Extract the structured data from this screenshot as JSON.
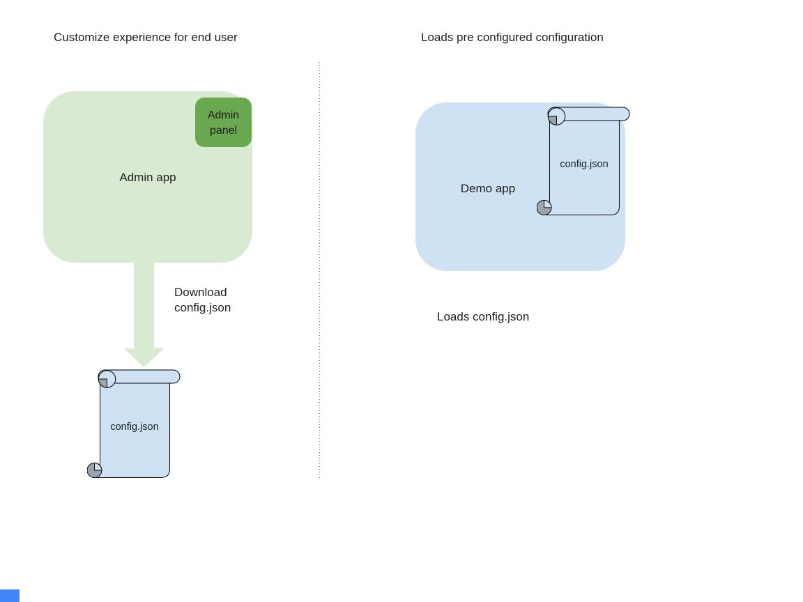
{
  "colors": {
    "light_green": "#d9ead3",
    "dark_green": "#6aa84f",
    "light_blue": "#cfe2f3",
    "scroll_gray": "#9aa5b0",
    "outline": "#000000",
    "text": "#1e1e1e",
    "divider": "#707070",
    "corner_square": "#4285f4"
  },
  "left": {
    "title": "Customize experience for end user",
    "app_label": "Admin app",
    "panel_label": "Admin panel",
    "arrow_caption": "Download config.json",
    "file_label": "config.json"
  },
  "right": {
    "title": "Loads pre configured configuration",
    "app_label": "Demo app",
    "file_label": "config.json",
    "caption": "Loads config.json"
  }
}
